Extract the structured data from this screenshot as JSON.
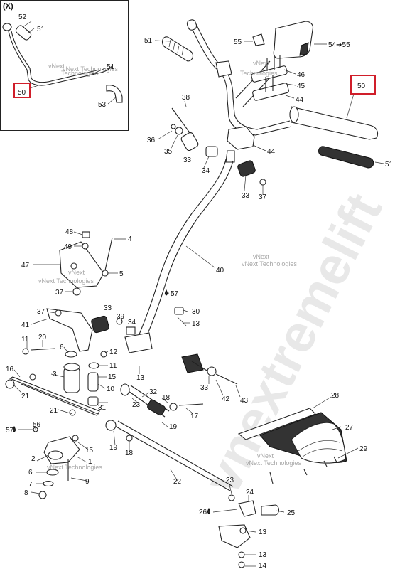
{
  "inset": {
    "title": "(X)"
  },
  "watermark": {
    "big": "vnextremelift",
    "small": "vNext Technologies",
    "small_wrapped_a": "vNext",
    "small_wrapped_b": "Technologies"
  },
  "highlight_color": "#d01e2a",
  "callouts": {
    "c52": "52",
    "c51_inset": "51",
    "c51_inset_b": "51",
    "c50_inset": "50",
    "c53": "53",
    "c51_grip_left": "51",
    "c55": "55",
    "c54": "54➔55",
    "c46": "46",
    "c45": "45",
    "c44_a": "44",
    "c50_main": "50",
    "c51_grip_right": "51",
    "c38": "38",
    "c36": "36",
    "c35": "35",
    "c33_a": "33",
    "c34_a": "34",
    "c44_b": "44",
    "c33_b": "33",
    "c37_a": "37",
    "c48": "48",
    "c4": "4",
    "c49": "49",
    "c47": "47",
    "c5": "5",
    "c37_b": "37",
    "c40": "40",
    "c57_a": "57",
    "c37_c": "37",
    "c33_c": "33",
    "c39": "39",
    "c34_b": "34",
    "c30": "30",
    "c13_a": "13",
    "c41": "41",
    "c11_a": "11",
    "c20": "20",
    "c12": "12",
    "c6_a": "6",
    "c11_b": "11",
    "c16": "16",
    "c3": "3",
    "c15_a": "15",
    "c13_b": "13",
    "c33_d": "33",
    "c42": "42",
    "c43": "43",
    "c21_a": "21",
    "c10": "10",
    "c32": "32",
    "c18_a": "18",
    "c31": "31",
    "c23_a": "23",
    "c17": "17",
    "c19_a": "19",
    "c21_b": "21",
    "c57_b": "57",
    "c56": "56",
    "c19_b": "19",
    "c18_b": "18",
    "c15_b": "15",
    "c2": "2",
    "c1": "1",
    "c6_b": "6",
    "c7": "7",
    "c9": "9",
    "c8": "8",
    "c22": "22",
    "c28": "28",
    "c27": "27",
    "c29": "29",
    "c23_b": "23",
    "c24": "24",
    "c26": "26",
    "c25": "25",
    "c13_c": "13",
    "c13_d": "13",
    "c14": "14"
  }
}
